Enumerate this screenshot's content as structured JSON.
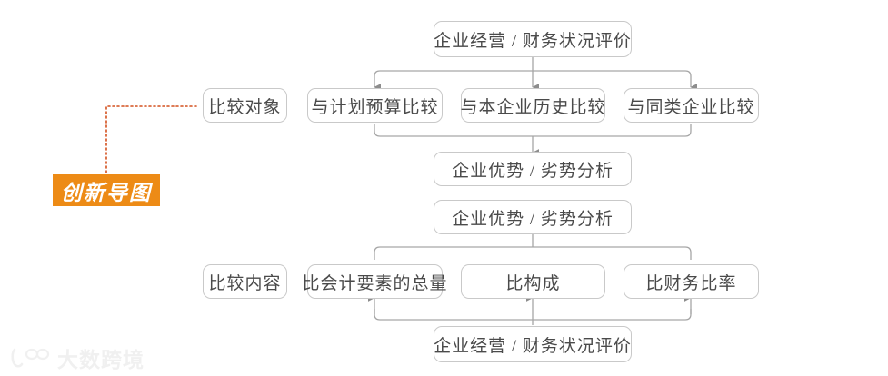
{
  "diagram": {
    "title_top": "企业经营 / 财务状况评价",
    "badge_label": "创新导图",
    "watermark_text": "大数跨境",
    "colors": {
      "accent": "#ed8b16",
      "connector": "#a6a6a6",
      "box_border": "#c9c9c9",
      "text": "#4a4a4a",
      "dotted_line": "#d4501e",
      "watermark": "#e2e2e2"
    },
    "nodes": {
      "top_eval": "企业经营 / 财务状况评价",
      "compare_object_label": "比较对象",
      "compare_plan": "与计划预算比较",
      "compare_history": "与本企业历史比较",
      "compare_peer": "与同类企业比较",
      "analysis_upper": "企业优势 / 劣势分析",
      "analysis_lower": "企业优势 / 劣势分析",
      "compare_content_label": "比较内容",
      "content_total": "比会计要素的总量",
      "content_structure": "比构成",
      "content_ratio": "比财务比率",
      "bottom_eval": "企业经营 / 财务状况评价"
    }
  }
}
